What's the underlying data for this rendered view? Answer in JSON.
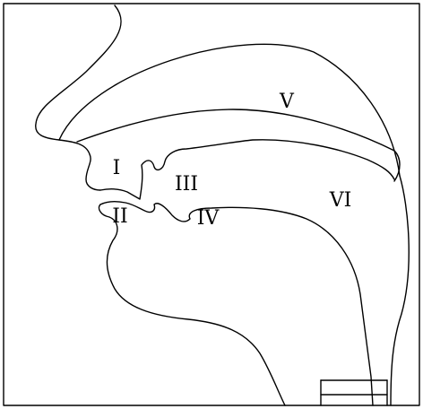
{
  "diagram": {
    "labels": {
      "I": "I",
      "II": "II",
      "III": "III",
      "IV": "IV",
      "V": "V",
      "VI": "VI"
    },
    "colors": {
      "background": "#ffffff",
      "stroke": "#000000"
    }
  }
}
